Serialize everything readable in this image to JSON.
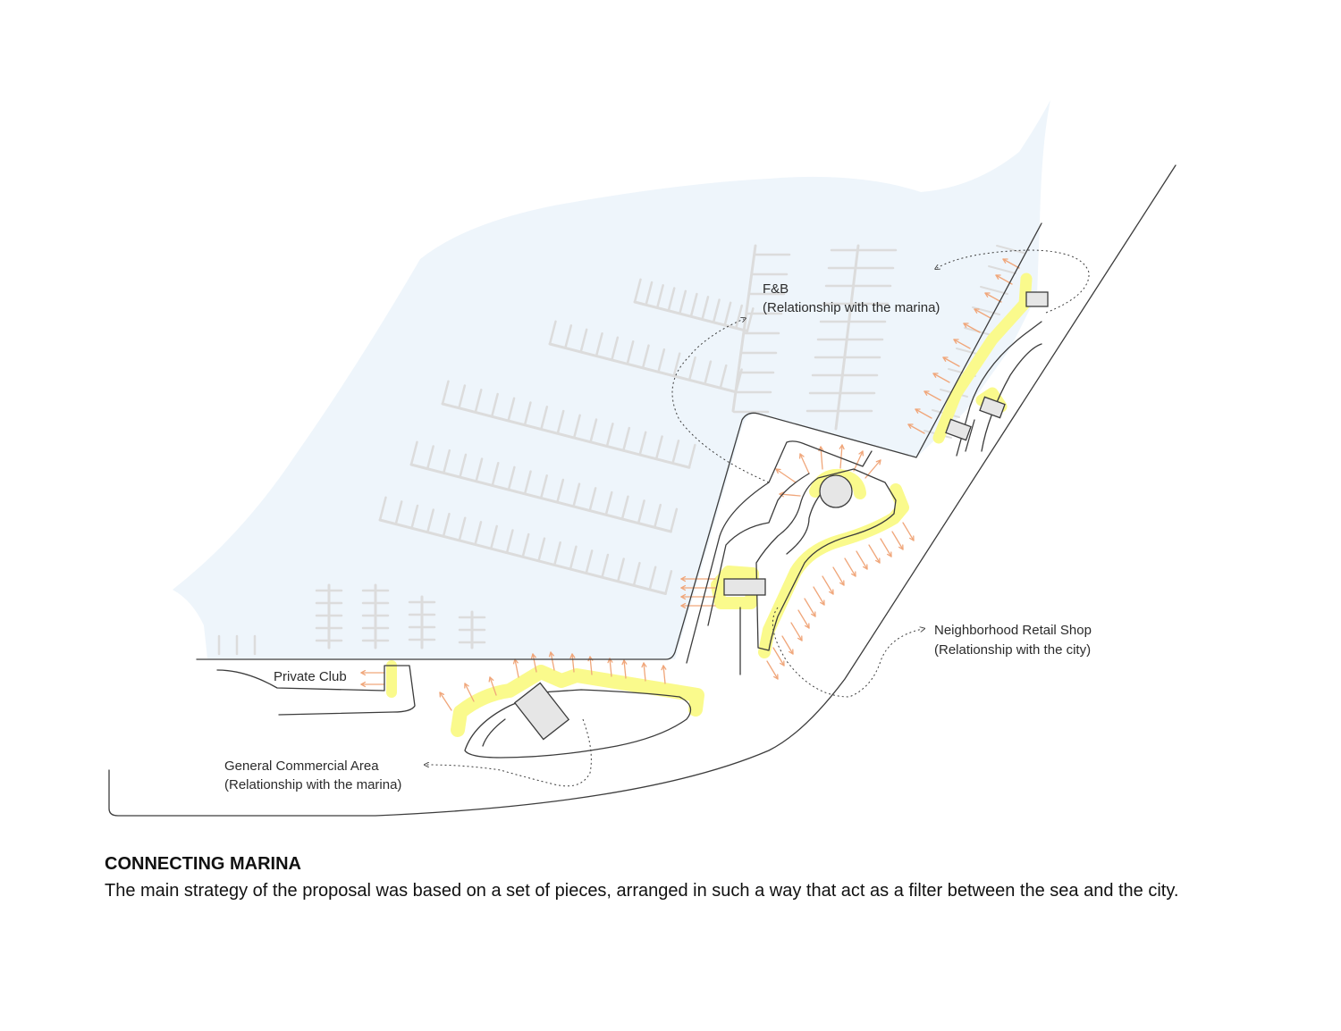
{
  "colors": {
    "water": "#eef5fb",
    "pier": "#dcdcdc",
    "highlight": "#fafa8c",
    "arrow": "#f0a67a",
    "line": "#3c3c3c",
    "building": "#e6e6e6"
  },
  "labels": {
    "fnb_title": "F&B",
    "fnb_sub": "(Relationship with the marina)",
    "neighborhood_title": "Neighborhood Retail Shop",
    "neighborhood_sub": "(Relationship with the city)",
    "private_club": "Private Club",
    "commercial_title": "General Commercial Area",
    "commercial_sub": "(Relationship with the marina)"
  },
  "caption": {
    "title": "CONNECTING MARINA",
    "body": "The main strategy of the proposal was based on a set of pieces, arranged in such a way that act as a filter between the sea and the city."
  }
}
